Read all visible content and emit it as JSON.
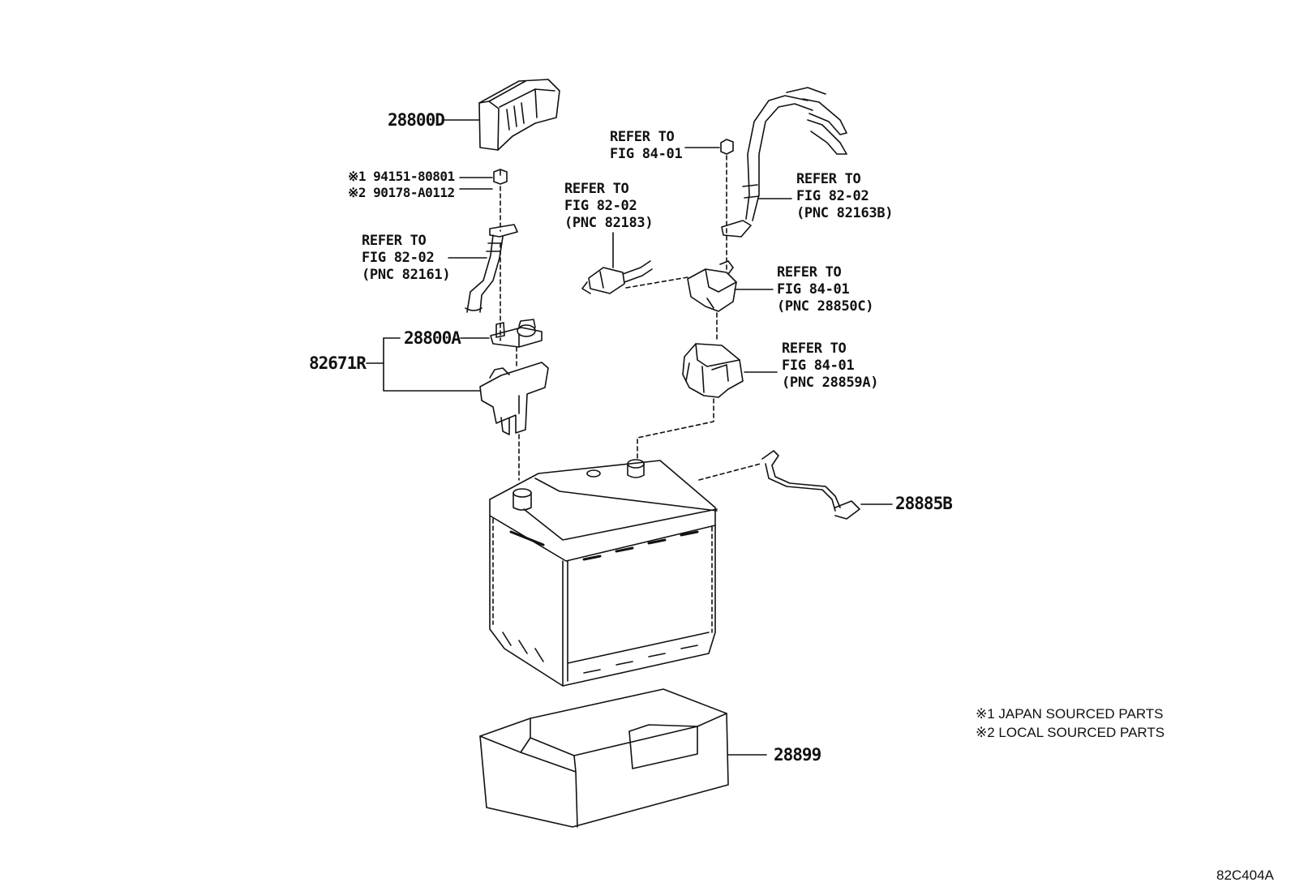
{
  "parts": {
    "p28800D": "28800D",
    "p28800A": "28800A",
    "p82671R": "82671R",
    "p28885B": "28885B",
    "p28899": "28899",
    "bolt_line1": "※1 94151-80801",
    "bolt_line2": "※2 90178-A0112"
  },
  "refs": {
    "cable_82161": [
      "REFER TO",
      "FIG 82-02",
      "(PNC 82161)"
    ],
    "connector_82183": [
      "REFER TO",
      "FIG 82-02",
      "(PNC 82183)"
    ],
    "nut_84_01": [
      "REFER TO",
      "FIG 84-01"
    ],
    "cable_82163B": [
      "REFER TO",
      "FIG 82-02",
      "(PNC 82163B)"
    ],
    "terminal_28850C": [
      "REFER TO",
      "FIG 84-01",
      "(PNC 28850C)"
    ],
    "cover_28859A": [
      "REFER TO",
      "FIG 84-01",
      "(PNC 28859A)"
    ]
  },
  "notes": {
    "note1": "※1 JAPAN SOURCED PARTS",
    "note2": "※2 LOCAL SOURCED PARTS"
  },
  "figure_code": "82C404A"
}
